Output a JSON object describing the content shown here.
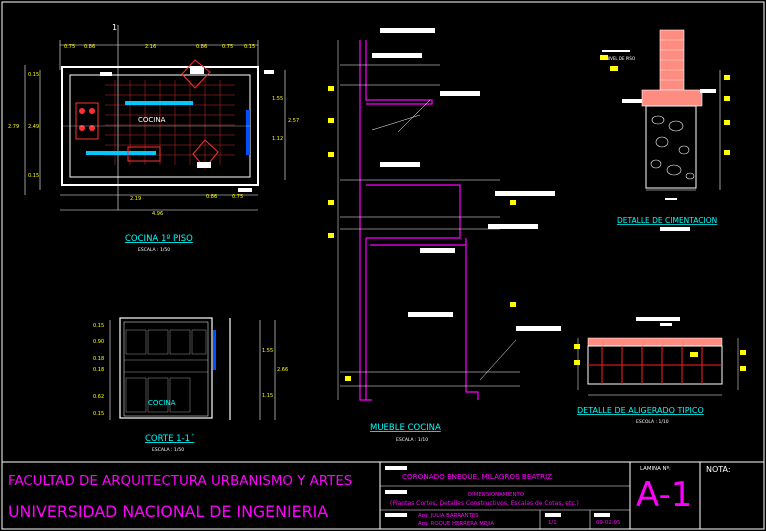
{
  "drawings": {
    "cocina_plan": {
      "title": "COCINA 1º PISO",
      "scale": "ESCALA : 1/50",
      "room_label": "COCINA",
      "cut_mark": "1"
    },
    "corte": {
      "title": "CORTE 1-1´",
      "scale": "ESCALA : 1/50",
      "room_label": "COCINA"
    },
    "mueble": {
      "title": "MUEBLE COCINA",
      "scale": "ESCALA : 1/10"
    },
    "cimentacion": {
      "title": "DETALLE DE CIMENTACION",
      "label": "NIVEL DE PISO"
    },
    "aligerado": {
      "title": "DETALLE DE ALIGERADO TIPICO",
      "scale": "ESCOLA : 1/10"
    }
  },
  "plan_dims": {
    "top": [
      "0.75",
      "0.86",
      "2.16",
      "0.86",
      "0.75",
      "0.15"
    ],
    "left_outer": "2.79",
    "left_inner": "2.49",
    "left_small_top": "0.15",
    "left_small_bottom": "0.15",
    "right": [
      "1.55",
      "1.12"
    ],
    "right_outer": "2.57",
    "bottom": [
      "2.19",
      "0.86",
      "0.75"
    ],
    "bottom_total": "4.96"
  },
  "corte_dims": {
    "left": [
      "0.15",
      "0.90",
      "0.18",
      "0.18",
      "0.62",
      "0.15"
    ],
    "right": [
      "1.55",
      "1.15"
    ],
    "right_outer": "2.66"
  },
  "title_block": {
    "faculty": "FACULTAD DE ARQUITECTURA URBANISMO Y ARTES",
    "university": "UNIVERSIDAD NACIONAL DE INGENIERIA",
    "student": "CORONADO ENEQUE, MILAGROS BEATRIZ",
    "subject": "DIMENSIONAMIENTO",
    "subject_detail": "(Plantas Cortes, Detalles Constructivos, Escalas de Cotas, etc.)",
    "teacher1": "Arq. JULIA BARRANTES",
    "teacher2": "Arq. ROQUE HERRERA MEJIA",
    "sheet_count": "1/1",
    "date": "09-02-05",
    "lamina_label": "LAMINA Nº:",
    "lamina": "A-1",
    "nota": "NOTA:"
  },
  "colors": {
    "title_cyan": "#00ffff",
    "title_magenta": "#ff00ff",
    "dim_yellow": "#ffff00",
    "plan_red": "#ff2020"
  }
}
